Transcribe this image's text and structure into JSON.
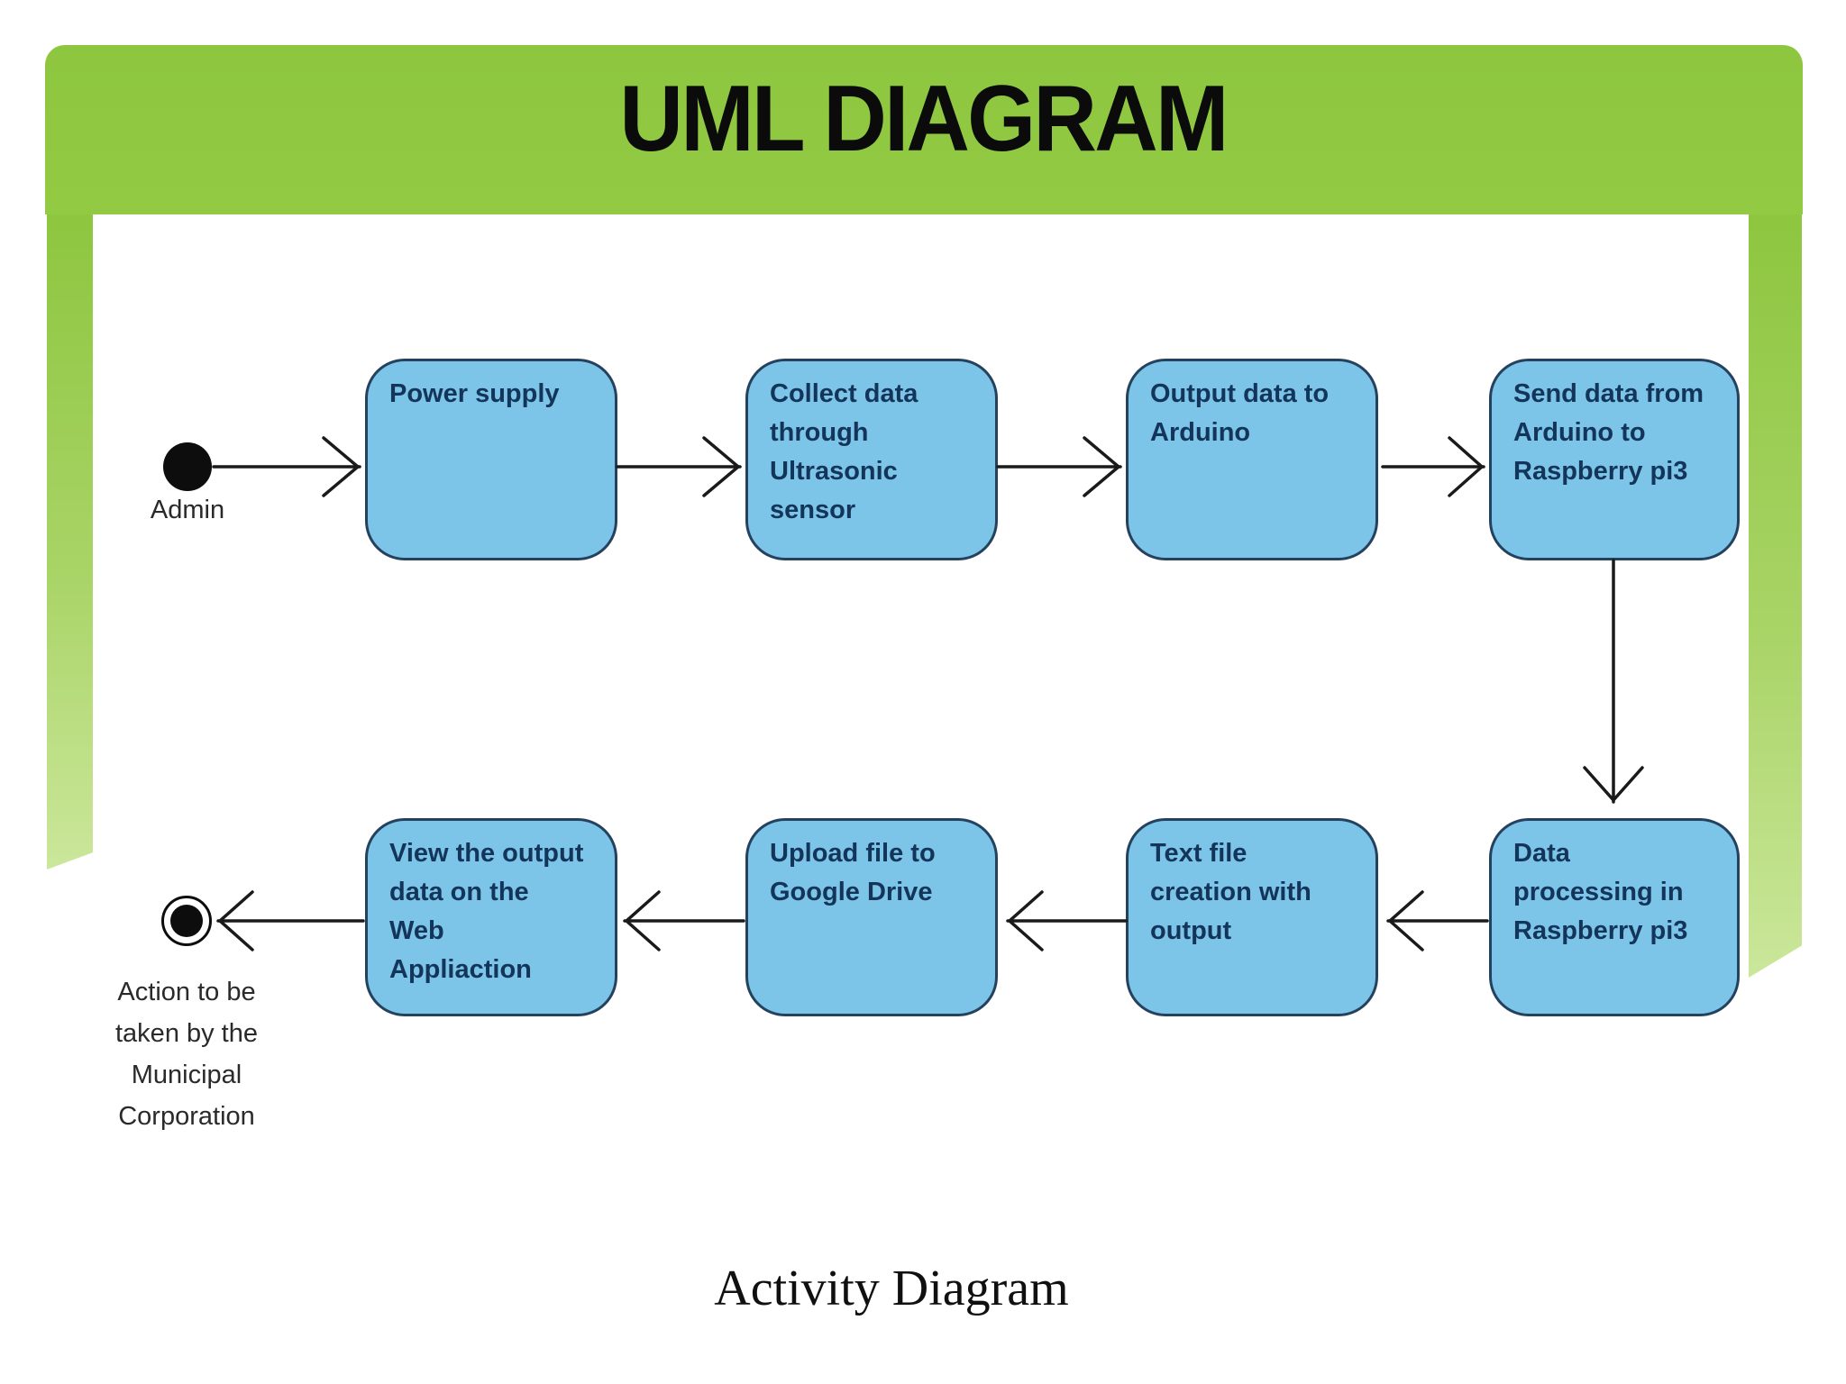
{
  "slide": {
    "title": "UML DIAGRAM",
    "caption": "Activity Diagram"
  },
  "diagram": {
    "start": {
      "label": "Admin"
    },
    "end": {
      "label": "Action to be\ntaken by the\nMunicipal\nCorporation"
    },
    "nodes": [
      {
        "id": "power-supply",
        "label": "Power supply"
      },
      {
        "id": "collect-data",
        "label": "Collect data\nthrough\nUltrasonic\nsensor"
      },
      {
        "id": "output-data",
        "label": "Output data to\nArduino"
      },
      {
        "id": "send-data",
        "label": "Send data from\nArduino to\nRaspberry pi3"
      },
      {
        "id": "data-processing",
        "label": "Data\nprocessing in\nRaspberry pi3"
      },
      {
        "id": "text-file",
        "label": "Text file\ncreation with\noutput"
      },
      {
        "id": "upload-file",
        "label": "Upload file to\nGoogle Drive"
      },
      {
        "id": "view-output",
        "label": "View the output\ndata on the\nWeb\nAppliaction"
      }
    ]
  },
  "colors": {
    "header_green": "#8dc63f",
    "header_green_2": "#93ca43",
    "strip_green_light": "#cbe79b",
    "box_fill": "#7cc4e8",
    "box_border": "#24415d",
    "box_text": "#14355a",
    "line_color": "#1a1a1a"
  }
}
